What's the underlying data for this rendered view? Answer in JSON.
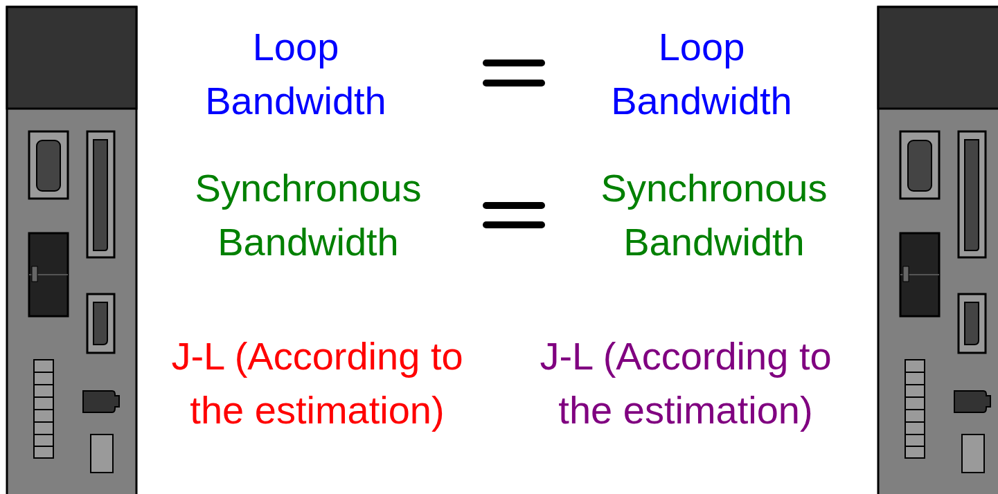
{
  "diagram": {
    "labels": [
      "Loop Bandwidth",
      "Loop Bandwidth",
      "Synchronous Bandwidth",
      "Synchronous Bandwidth",
      "J-L (According to the estimation)",
      "J-L (According to the estimation)"
    ]
  }
}
